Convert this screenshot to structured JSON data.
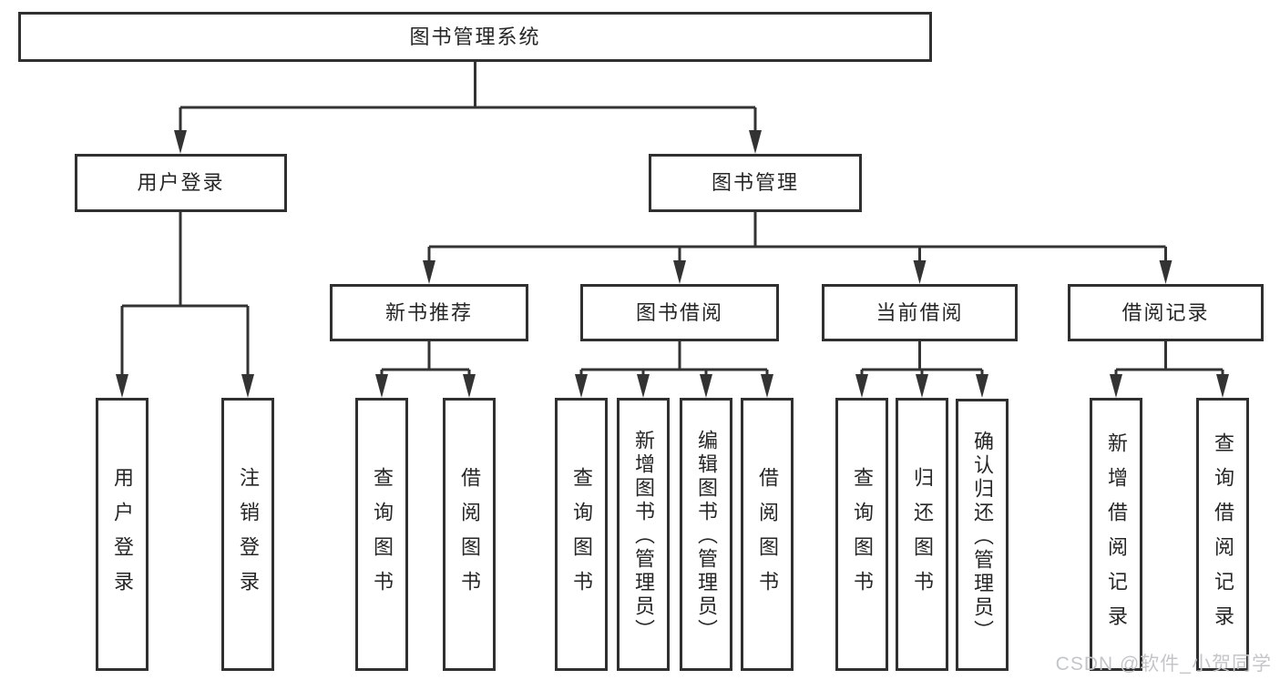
{
  "diagram": {
    "root": {
      "label": "图书管理系统"
    },
    "level2": {
      "user_login": {
        "label": "用户登录"
      },
      "book_management": {
        "label": "图书管理"
      }
    },
    "level3": {
      "new_book_recommend": {
        "label": "新书推荐"
      },
      "book_borrowing": {
        "label": "图书借阅"
      },
      "current_borrowing": {
        "label": "当前借阅"
      },
      "borrowing_records": {
        "label": "借阅记录"
      }
    },
    "leaves": {
      "user_login": {
        "label": "用户登录"
      },
      "logout": {
        "label": "注销登录"
      },
      "rec_query_books": {
        "label": "查询图书"
      },
      "rec_borrow_books": {
        "label": "借阅图书"
      },
      "bb_query_books": {
        "label": "查询图书"
      },
      "bb_add_books_admin": {
        "label": "新增图书（管理员）"
      },
      "bb_edit_books_admin": {
        "label": "编辑图书（管理员）"
      },
      "bb_borrow_books": {
        "label": "借阅图书"
      },
      "cb_query_books": {
        "label": "查询图书"
      },
      "cb_return_books": {
        "label": "归还图书"
      },
      "cb_confirm_return_admin": {
        "label": "确认归还（管理员）"
      },
      "br_add_record": {
        "label": "新增借阅记录"
      },
      "br_query_record": {
        "label": "查询借阅记录"
      }
    }
  },
  "watermark": {
    "text": "CSDN @软件_小贺同学"
  },
  "colors": {
    "line": "#333333",
    "box_border": "#303030",
    "text": "#262626",
    "background": "#ffffff",
    "watermark": "#c3c6c9"
  }
}
